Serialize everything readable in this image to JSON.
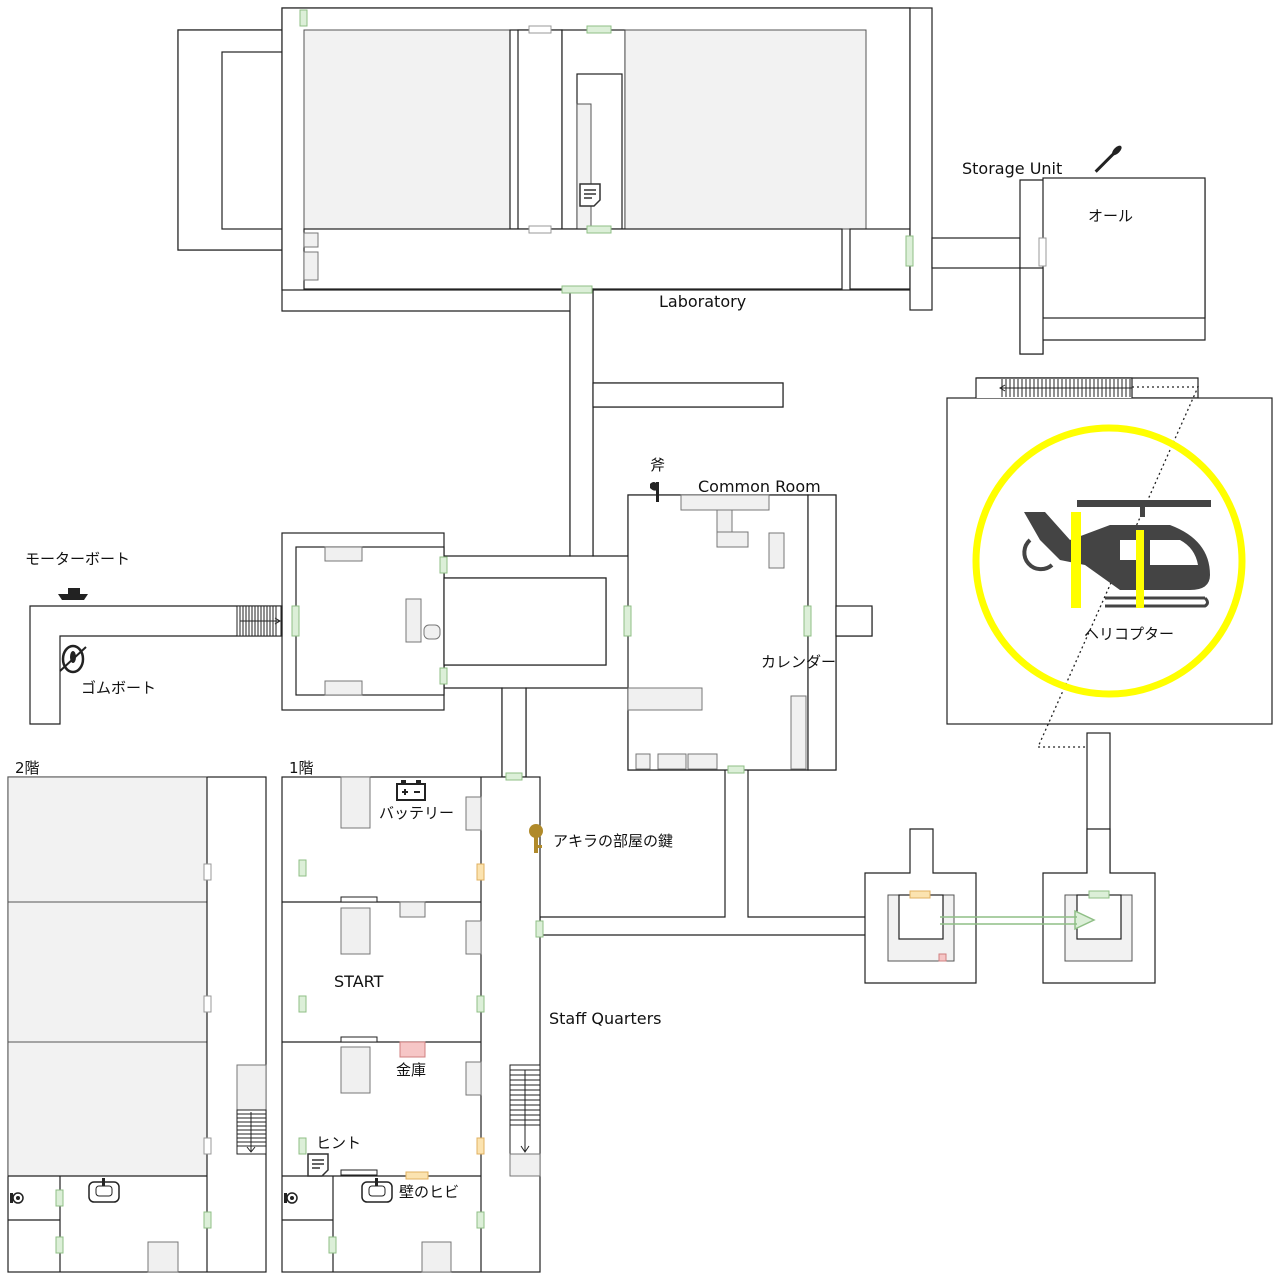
{
  "rooms": {
    "laboratory": "Laboratory",
    "storage_unit": "Storage Unit",
    "common_room": "Common Room",
    "staff_quarters": "Staff Quarters"
  },
  "floors": {
    "second": "2階",
    "first": "1階"
  },
  "items": {
    "oar": "オール",
    "axe": "斧",
    "motorboat": "モーターボート",
    "rubber_boat": "ゴムボート",
    "calendar": "カレンダー",
    "helicopter": "ヘリコプター",
    "battery": "バッテリー",
    "akira_key": "アキラの部屋の鍵",
    "start": "START",
    "safe": "金庫",
    "hint": "ヒント",
    "wall_crack": "壁のヒビ"
  },
  "colors": {
    "door": "#dcefd8",
    "locked_door": "#fbe3b0",
    "helipad_ring": "#ffff00",
    "helicopter": "#444444",
    "key": "#b08a2a",
    "safe": "#f6c6c6"
  },
  "icons": [
    "oar-icon",
    "axe-icon",
    "motorboat-icon",
    "rubber-boat-icon",
    "battery-icon",
    "key-icon",
    "note-icon",
    "helicopter-icon",
    "sink-icon",
    "toilet-icon",
    "stairs-icon"
  ]
}
